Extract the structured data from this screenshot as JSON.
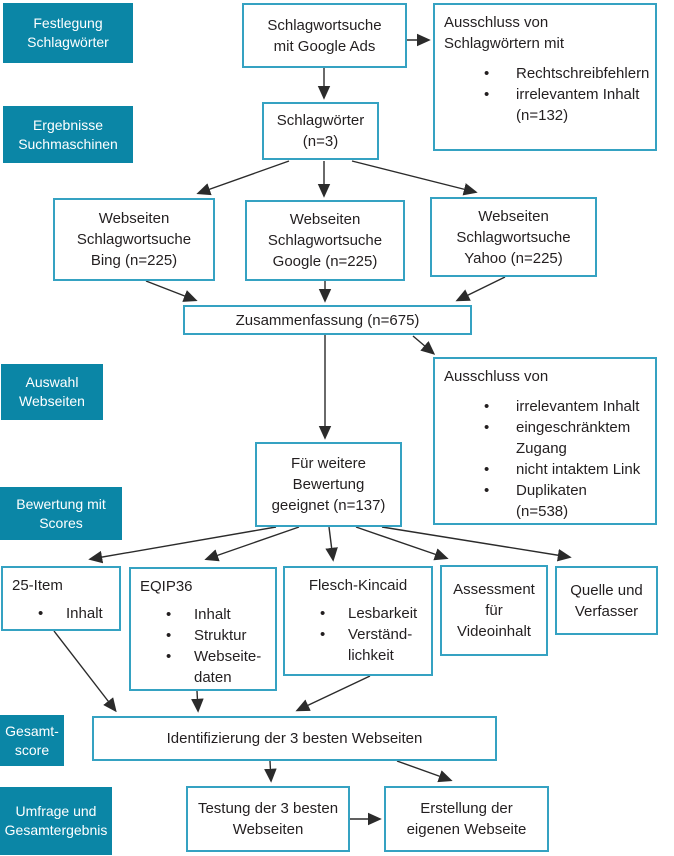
{
  "title": "Flussdiagramm Webseiten-Auswahlmethodik",
  "colors": {
    "stage_fill": "#0b86a6",
    "node_border": "#35a2c2",
    "text": "#231f20",
    "stage_text": "#ffffff"
  },
  "stages": {
    "festlegung": {
      "l1": "Festlegung",
      "l2": "Schlagwörter"
    },
    "ergebnisse": {
      "l1": "Ergebnisse",
      "l2": "Suchmaschinen"
    },
    "auswahl": {
      "l1": "Auswahl",
      "l2": "Webseiten"
    },
    "bewertung": {
      "l1": "Bewertung mit",
      "l2": "Scores"
    },
    "gesamtscore": {
      "l1": "Gesamt-",
      "l2": "score"
    },
    "umfrage": {
      "l1": "Umfrage und",
      "l2": "Gesamtergebnis"
    }
  },
  "nodes": {
    "google_ads": {
      "l1": "Schlagwortsuche",
      "l2": "mit Google Ads"
    },
    "ausschluss1": {
      "title_l1": "Ausschluss von",
      "title_l2": "Schlagwörtern mit",
      "bullets": [
        "Rechtschreibfehlern",
        "irrelevantem Inhalt"
      ],
      "note": "(n=132)"
    },
    "schlagwoerter": {
      "l1": "Schlagwörter",
      "l2": "(n=3)"
    },
    "bing": {
      "l1": "Webseiten",
      "l2": "Schlagwortsuche",
      "l3": "Bing (n=225)"
    },
    "google": {
      "l1": "Webseiten",
      "l2": "Schlagwortsuche",
      "l3": "Google (n=225)"
    },
    "yahoo": {
      "l1": "Webseiten",
      "l2": "Schlagwortsuche",
      "l3": "Yahoo (n=225)"
    },
    "zusammenfassung": {
      "text": "Zusammenfassung (n=675)"
    },
    "ausschluss2": {
      "title": "Ausschluss von",
      "bullets": [
        "irrelevantem Inhalt",
        "eingeschränktem Zugang",
        "nicht intaktem Link",
        "Duplikaten"
      ],
      "note": "(n=538)"
    },
    "fuer_weitere": {
      "l1": "Für weitere",
      "l2": "Bewertung",
      "l3": "geeignet (n=137)"
    },
    "item25": {
      "title": "25-Item",
      "bullets": [
        "Inhalt"
      ]
    },
    "eqip": {
      "title": "EQIP36",
      "bullets": [
        "Inhalt",
        "Struktur",
        "Webseite-daten"
      ]
    },
    "flesch": {
      "title": "Flesch-Kincaid",
      "bullets": [
        "Lesbarkeit",
        "Verständ-lichkeit"
      ]
    },
    "assessment": {
      "l1": "Assessment",
      "l2": "für",
      "l3": "Videoinhalt"
    },
    "quelle": {
      "l1": "Quelle und",
      "l2": "Verfasser"
    },
    "identifizierung": {
      "text": "Identifizierung der 3 besten Webseiten"
    },
    "testung": {
      "l1": "Testung der 3 besten",
      "l2": "Webseiten"
    },
    "erstellung": {
      "l1": "Erstellung der",
      "l2": "eigenen Webseite"
    }
  }
}
